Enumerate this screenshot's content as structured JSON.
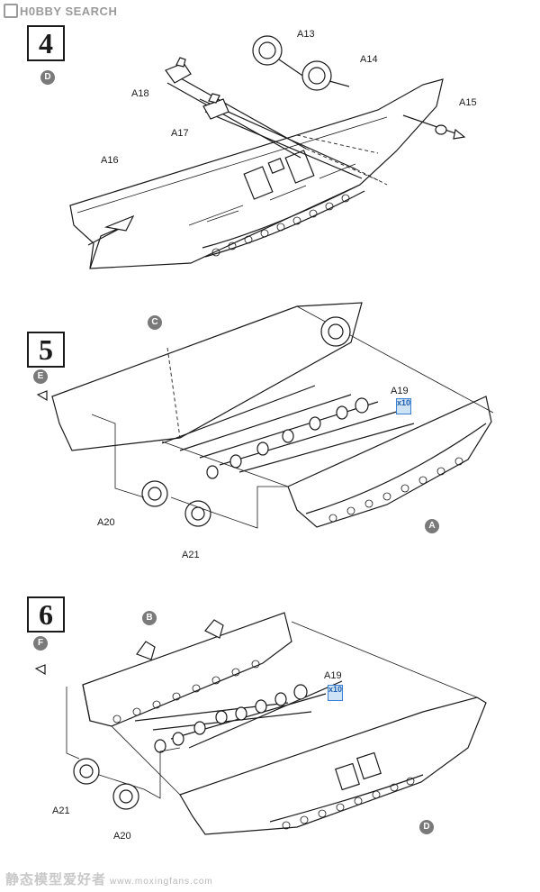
{
  "watermark": {
    "top": "H0BBY SEARCH",
    "bottom": "静态模型爱好者",
    "bottom_url": "www.moxingfans.com"
  },
  "steps": [
    {
      "number": "4",
      "sub": "D",
      "parts": [
        "A13",
        "A14",
        "A15",
        "A16",
        "A17",
        "A18"
      ]
    },
    {
      "number": "5",
      "sub": "E",
      "parts": [
        "C",
        "A19",
        "A20",
        "A21",
        "A"
      ],
      "qty": "x10"
    },
    {
      "number": "6",
      "sub": "F",
      "parts": [
        "B",
        "A19",
        "A21",
        "A20",
        "D"
      ],
      "qty": "x10"
    }
  ]
}
